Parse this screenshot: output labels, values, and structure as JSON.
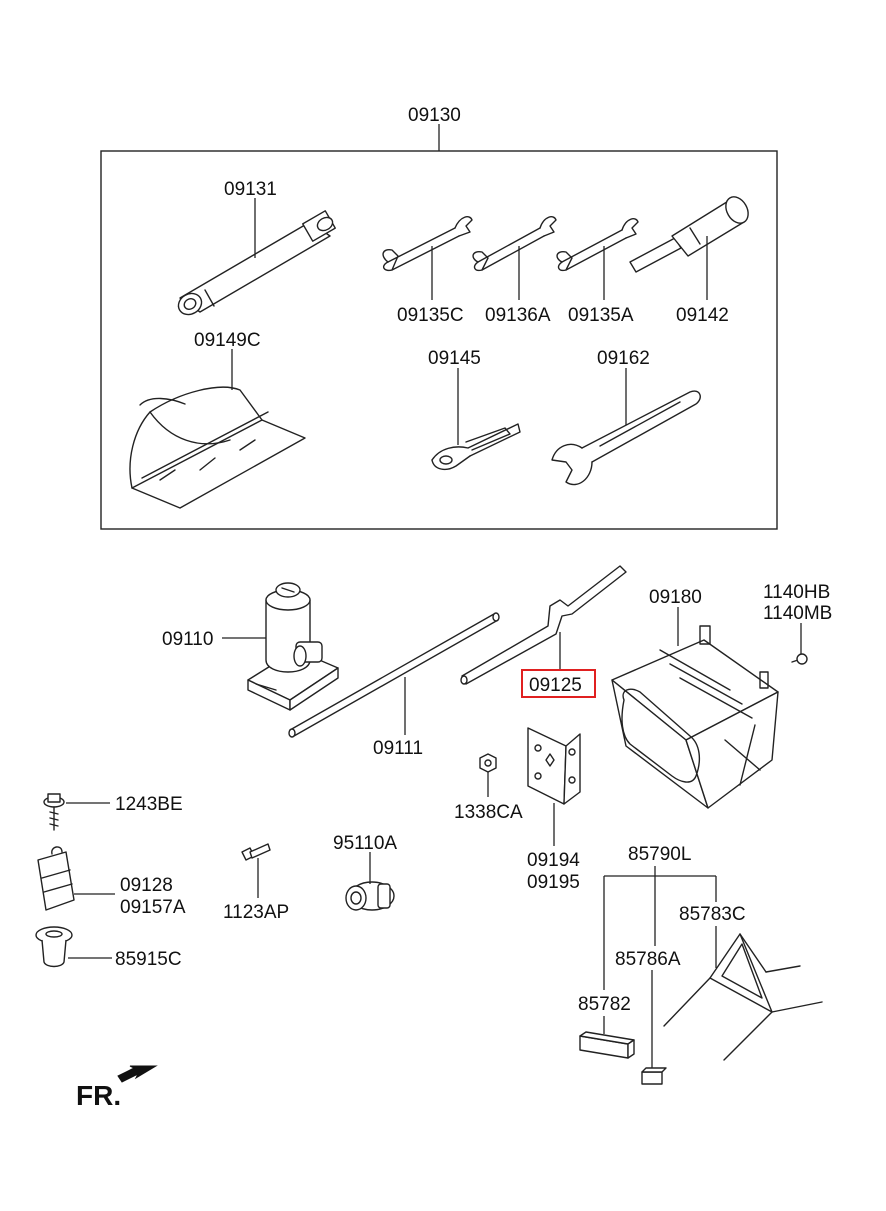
{
  "diagram": {
    "labels": {
      "p09130": "09130",
      "p09131": "09131",
      "p09135C": "09135C",
      "p09136A": "09136A",
      "p09135A": "09135A",
      "p09142": "09142",
      "p09149C": "09149C",
      "p09145": "09145",
      "p09162": "09162",
      "p09110": "09110",
      "p09111": "09111",
      "p09125": "09125",
      "p09180": "09180",
      "p1140HB": "1140HB",
      "p1140MB": "1140MB",
      "p1338CA": "1338CA",
      "p09194": "09194",
      "p09195": "09195",
      "p1243BE": "1243BE",
      "p09128": "09128",
      "p09157A": "09157A",
      "p85915C": "85915C",
      "p1123AP": "1123AP",
      "p95110A": "95110A",
      "p85790L": "85790L",
      "p85783C": "85783C",
      "p85786A": "85786A",
      "p85782": "85782"
    },
    "direction": "FR.",
    "highlighted_part": "09125",
    "highlight_color": "#e02020",
    "line_color": "#222222"
  }
}
